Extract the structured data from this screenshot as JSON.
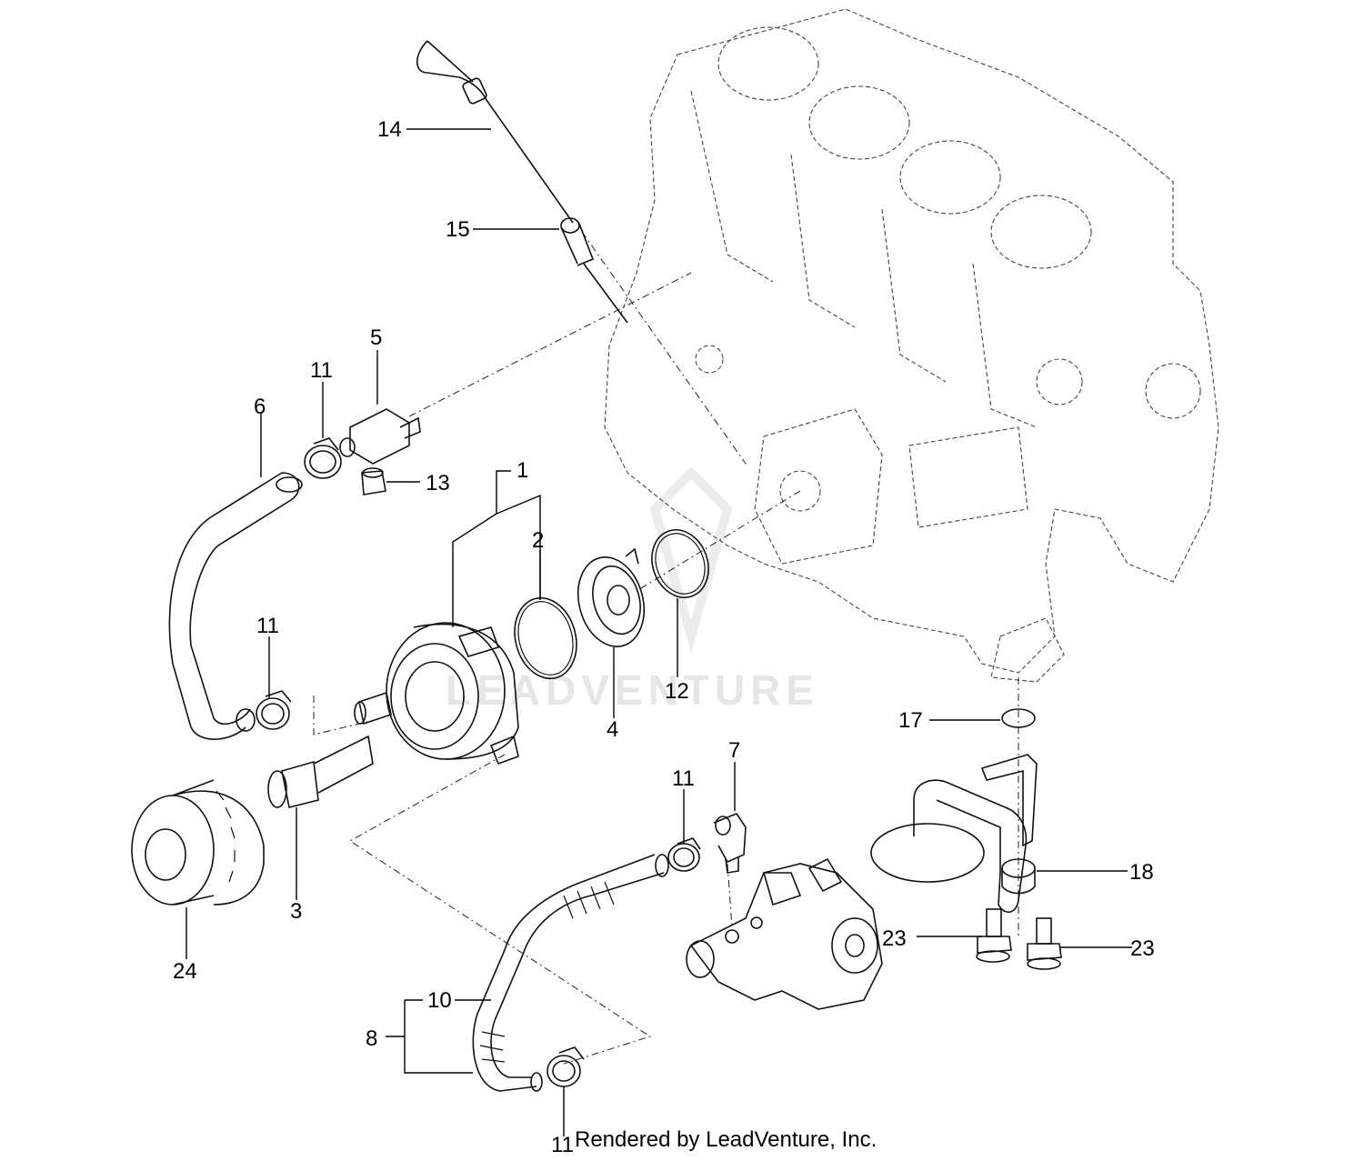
{
  "watermark": "LEADVENTURE",
  "credit": "Rendered by LeadVenture, Inc.",
  "callouts": {
    "c1": "1",
    "c2": "2",
    "c3": "3",
    "c4": "4",
    "c5": "5",
    "c6": "6",
    "c7": "7",
    "c8": "8",
    "c10": "10",
    "c11a": "11",
    "c11b": "11",
    "c11c": "11",
    "c11d": "11",
    "c12": "12",
    "c13": "13",
    "c14": "14",
    "c15": "15",
    "c17": "17",
    "c18": "18",
    "c23a": "23",
    "c23b": "23",
    "c24": "24"
  }
}
